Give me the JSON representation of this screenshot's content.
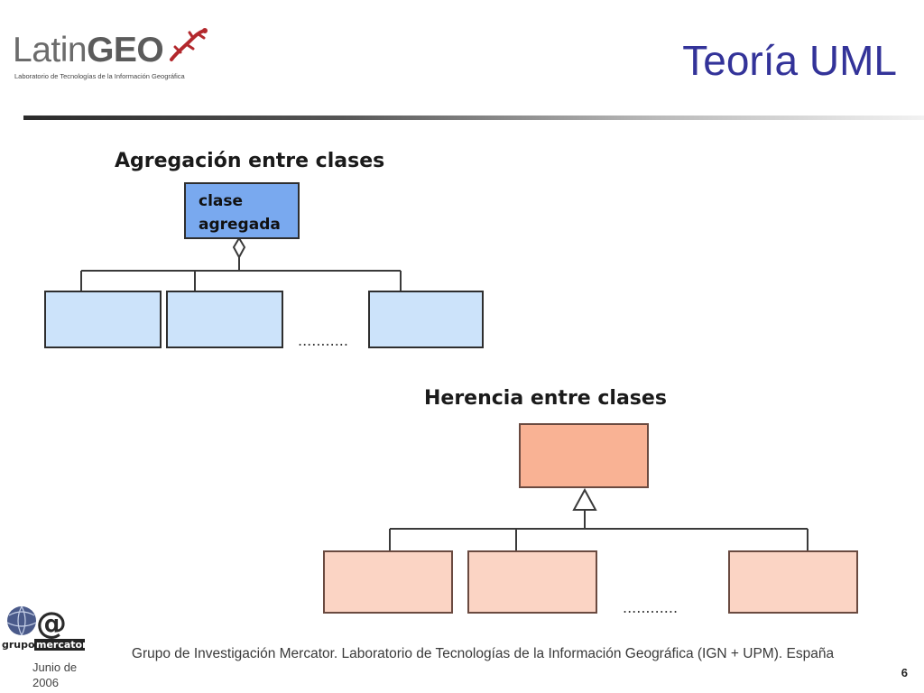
{
  "header": {
    "logo": {
      "name_part1": "Latin",
      "name_part2": "GEO",
      "subtitle": "Laboratorio de Tecnologías de la Información Geográfica"
    },
    "title": "Teoría UML"
  },
  "diagram": {
    "aggregation": {
      "heading": "Agregación entre clases",
      "parent_label_line1": "clase",
      "parent_label_line2": "agregada",
      "ellipsis": "...........",
      "parent_color": "#79a9ef",
      "child_color": "#cce3fa"
    },
    "inheritance": {
      "heading": "Herencia entre clases",
      "ellipsis": "............",
      "parent_color": "#f9b294",
      "child_color": "#fbd4c4"
    }
  },
  "footer": {
    "logo": {
      "word1": "grupo",
      "word2": "mercator"
    },
    "date": "Junio de 2006",
    "text": "Grupo de Investigación Mercator. Laboratorio de Tecnologías de la Información Geográfica (IGN + UPM). España",
    "page_number": "6"
  }
}
